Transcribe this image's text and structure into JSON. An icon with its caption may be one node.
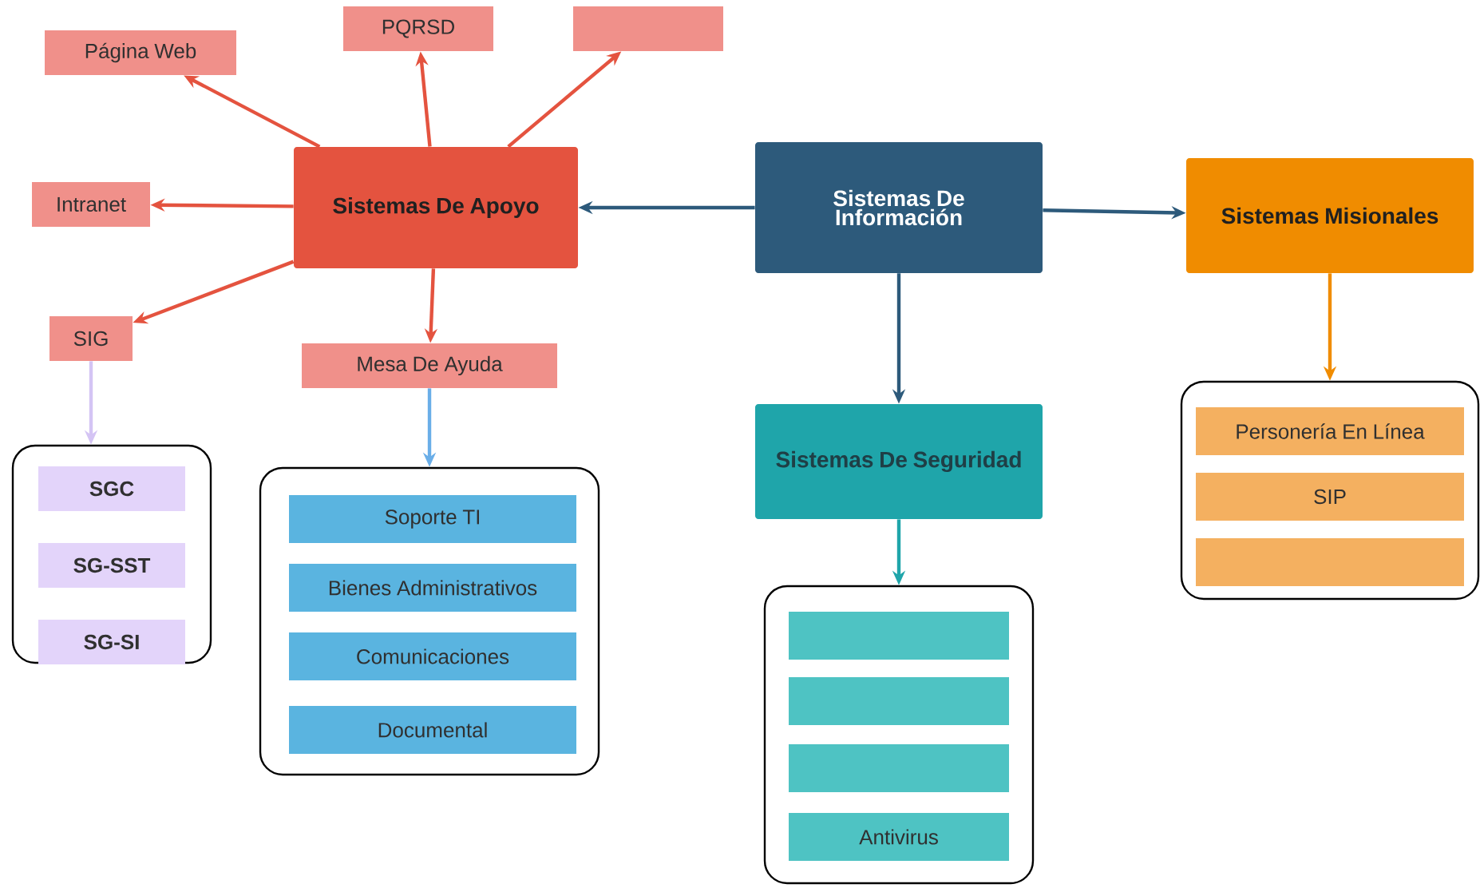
{
  "diagram": {
    "nodes": [
      {
        "text": [
          "Sistemas De Información"
        ]
      },
      {
        "text": [
          "Sistemas De Apoyo"
        ]
      },
      {
        "text": [
          "Página Web"
        ]
      },
      {
        "text": [
          "PQRSD"
        ]
      },
      {
        "text": [],
        "shape": "box"
      },
      {
        "text": [
          "Intranet"
        ]
      },
      {
        "text": [
          "SIG"
        ]
      },
      {
        "text": [
          "Mesa De Ayuda"
        ]
      },
      {
        "text": [],
        "shape": "box"
      },
      {
        "text": [
          "SGC"
        ],
        "in": 8
      },
      {
        "text": [
          "SG-SST"
        ],
        "in": 8
      },
      {
        "text": [
          "SG-SI"
        ],
        "in": 8
      },
      {
        "text": [],
        "shape": "box"
      },
      {
        "text": [
          "Soporte TI"
        ],
        "in": 12
      },
      {
        "text": [
          "Bienes Administrativos"
        ],
        "in": 12
      },
      {
        "text": [
          "Comunicaciones"
        ],
        "in": 12
      },
      {
        "text": [
          "Documental"
        ],
        "in": 12
      },
      {
        "text": [
          "Sistemas De Seguridad"
        ]
      },
      {
        "text": [],
        "shape": "box"
      },
      {
        "text": [],
        "shape": "box",
        "in": 18
      },
      {
        "text": [],
        "shape": "box",
        "in": 18
      },
      {
        "text": [],
        "shape": "box",
        "in": 18
      },
      {
        "text": [
          "Antivirus"
        ],
        "in": 18
      },
      {
        "text": [
          "Sistemas Misionales"
        ]
      },
      {
        "text": [],
        "shape": "box"
      },
      {
        "text": [
          "Personería En Línea"
        ],
        "in": 24
      },
      {
        "text": [
          "SIP"
        ],
        "in": 24
      },
      {
        "text": [],
        "shape": "box",
        "in": 24
      }
    ],
    "edges": [
      {
        "from": 0,
        "to": 1,
        "arrow": "to",
        "color": "#2d5a7b"
      },
      {
        "from": 0,
        "to": 17,
        "arrow": "to",
        "color": "#2d5a7b"
      },
      {
        "from": 0,
        "to": 23,
        "arrow": "to",
        "color": "#2d5a7b"
      },
      {
        "from": 1,
        "to": 2,
        "arrow": "to"
      },
      {
        "from": 1,
        "to": 3,
        "arrow": "to"
      },
      {
        "from": 1,
        "to": 4,
        "arrow": "to"
      },
      {
        "from": 1,
        "to": 5,
        "arrow": "to"
      },
      {
        "from": 1,
        "to": 6,
        "arrow": "to"
      },
      {
        "from": 1,
        "to": 7,
        "arrow": "to"
      },
      {
        "from": 6,
        "to": 8,
        "arrow": "to",
        "color": "#d4c4f4"
      },
      {
        "from": 7,
        "to": 12,
        "arrow": "to",
        "color": "#6aaee8"
      },
      {
        "from": 17,
        "to": 18,
        "arrow": "to",
        "color": "#1fa5aa"
      },
      {
        "from": 23,
        "to": 24,
        "arrow": "to",
        "color": "#f08c00"
      }
    ]
  }
}
